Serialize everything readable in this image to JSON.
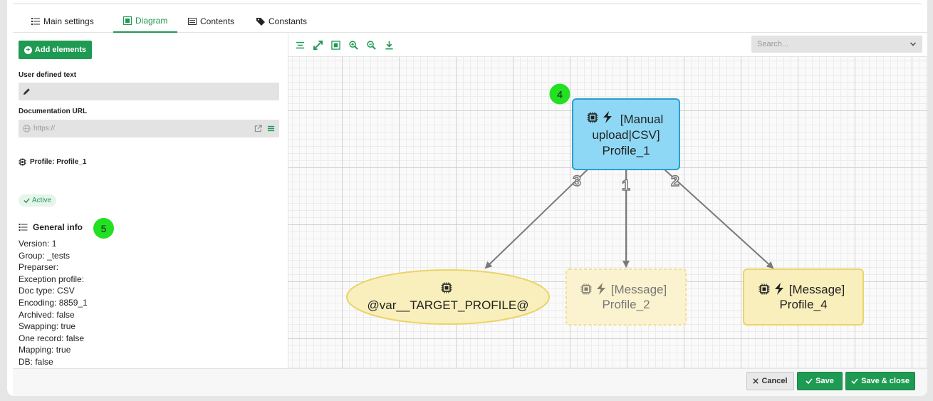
{
  "tabs": [
    {
      "label": "Main settings",
      "icon": "list-icon",
      "active": false
    },
    {
      "label": "Diagram",
      "icon": "diagram-icon",
      "active": true
    },
    {
      "label": "Contents",
      "icon": "contents-icon",
      "active": false
    },
    {
      "label": "Constants",
      "icon": "tag-icon",
      "active": false
    }
  ],
  "left": {
    "add_elements_label": "Add elements",
    "user_text_label": "User defined text",
    "user_text_value": "",
    "doc_url_label": "Documentation URL",
    "doc_url_placeholder": "https://",
    "profile_label": "Profile: Profile_1",
    "status_badge": "Active",
    "general_info_title": "General info",
    "marker_general": "5",
    "info_lines": [
      "Version: 1",
      "Group: _tests",
      "Preparser:",
      "Exception profile:",
      "Doc type: CSV",
      "Encoding: 8859_1",
      "Archived: false",
      "Swapping: true",
      "One record: false",
      "Mapping: true",
      "DB: false"
    ]
  },
  "toolbar": {
    "search_placeholder": "Search...",
    "buttons": [
      "align-icon",
      "fit-icon",
      "center-icon",
      "zoom-in-icon",
      "zoom-out-icon",
      "download-icon"
    ]
  },
  "diagram": {
    "marker_root": "4",
    "root": {
      "lines": [
        "[Manual",
        "upload|CSV]",
        "Profile_1"
      ],
      "fill": "#8fd8f5",
      "stroke": "#2a9fd0"
    },
    "children": [
      {
        "edge_label": "3",
        "lines": [
          "@var__TARGET_PROFILE@"
        ],
        "shape": "ellipse",
        "fill": "#f9efbc",
        "stroke": "#e9d46a"
      },
      {
        "edge_label": "1",
        "lines": [
          "[Message]",
          "Profile_2"
        ],
        "shape": "rect-dashed",
        "fill": "#fbf3cf",
        "stroke": "#efdf94"
      },
      {
        "edge_label": "2",
        "lines": [
          "[Message]",
          "Profile_4"
        ],
        "shape": "rect",
        "fill": "#f9efbc",
        "stroke": "#e9d46a"
      }
    ]
  },
  "footer": {
    "cancel_label": "Cancel",
    "save_label": "Save",
    "save_close_label": "Save & close"
  }
}
